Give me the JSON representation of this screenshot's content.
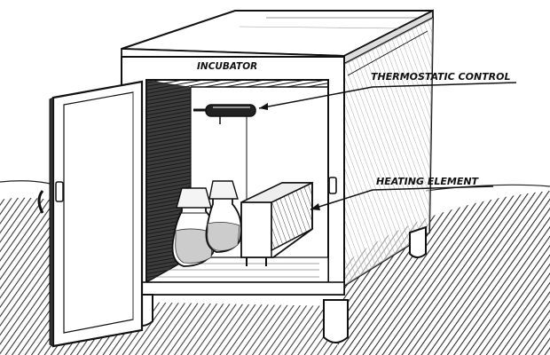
{
  "diagram": {
    "cabinet_label": "INCUBATOR",
    "callouts": [
      {
        "id": "thermostatic-control",
        "text": "THERMOSTATIC CONTROL"
      },
      {
        "id": "heating-element",
        "text": "HEATING ELEMENT"
      }
    ]
  },
  "colors": {
    "ink": "#111111",
    "paper": "#ffffff",
    "shade": "#555555"
  }
}
